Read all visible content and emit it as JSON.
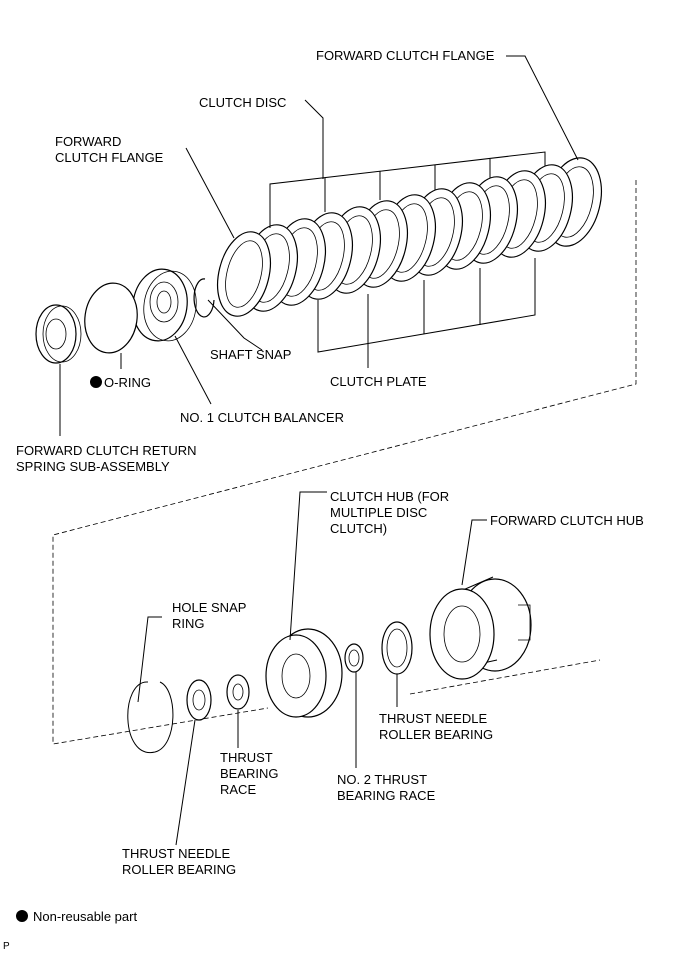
{
  "labels": {
    "forward_clutch_flange_top": "FORWARD CLUTCH FLANGE",
    "clutch_disc": "CLUTCH DISC",
    "forward_clutch_flange_left_1": "FORWARD",
    "forward_clutch_flange_left_2": "CLUTCH FLANGE",
    "shaft_snap": "SHAFT SNAP",
    "clutch_plate": "CLUTCH PLATE",
    "o_ring": "O-RING",
    "no1_clutch_balancer": "NO. 1 CLUTCH BALANCER",
    "return_spring_1": "FORWARD CLUTCH RETURN",
    "return_spring_2": "SPRING SUB-ASSEMBLY",
    "clutch_hub_1": "CLUTCH HUB (FOR",
    "clutch_hub_2": "MULTIPLE DISC",
    "clutch_hub_3": "CLUTCH)",
    "forward_clutch_hub": "FORWARD CLUTCH HUB",
    "hole_snap_ring_1": "HOLE SNAP",
    "hole_snap_ring_2": "RING",
    "thrust_bearing_race_1": "THRUST",
    "thrust_bearing_race_2": "BEARING",
    "thrust_bearing_race_3": "RACE",
    "thrust_needle_right_1": "THRUST NEEDLE",
    "thrust_needle_right_2": "ROLLER BEARING",
    "no2_thrust_race_1": "NO. 2 THRUST",
    "no2_thrust_race_2": "BEARING RACE",
    "thrust_needle_bottom_1": "THRUST NEEDLE",
    "thrust_needle_bottom_2": "ROLLER BEARING"
  },
  "legend": {
    "non_reusable": "Non-reusable part"
  },
  "corner_mark": "P"
}
